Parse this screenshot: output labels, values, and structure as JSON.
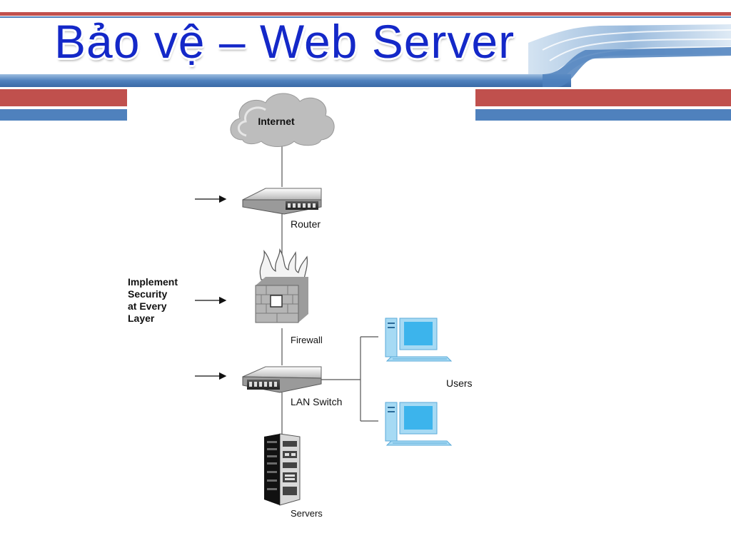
{
  "slide": {
    "title": "Bảo vệ – Web Server"
  },
  "diagram": {
    "cloud_label": "Internet",
    "router_label": "Router",
    "firewall_label": "Firewall",
    "switch_label": "LAN Switch",
    "servers_label": "Servers",
    "users_label": "Users",
    "note_lines": [
      "Implement",
      "Security",
      "at Every",
      "Layer"
    ]
  },
  "colors": {
    "title": "#1428c8",
    "band_red": "#c0504d",
    "band_blue": "#4f81bd",
    "monitor_blue": "#3cb4ec",
    "monitor_frame": "#a6daf4"
  },
  "icons": [
    "cloud-icon",
    "router-icon",
    "firewall-icon",
    "switch-icon",
    "server-rack-icon",
    "computer-icon",
    "arrow-right-icon"
  ]
}
